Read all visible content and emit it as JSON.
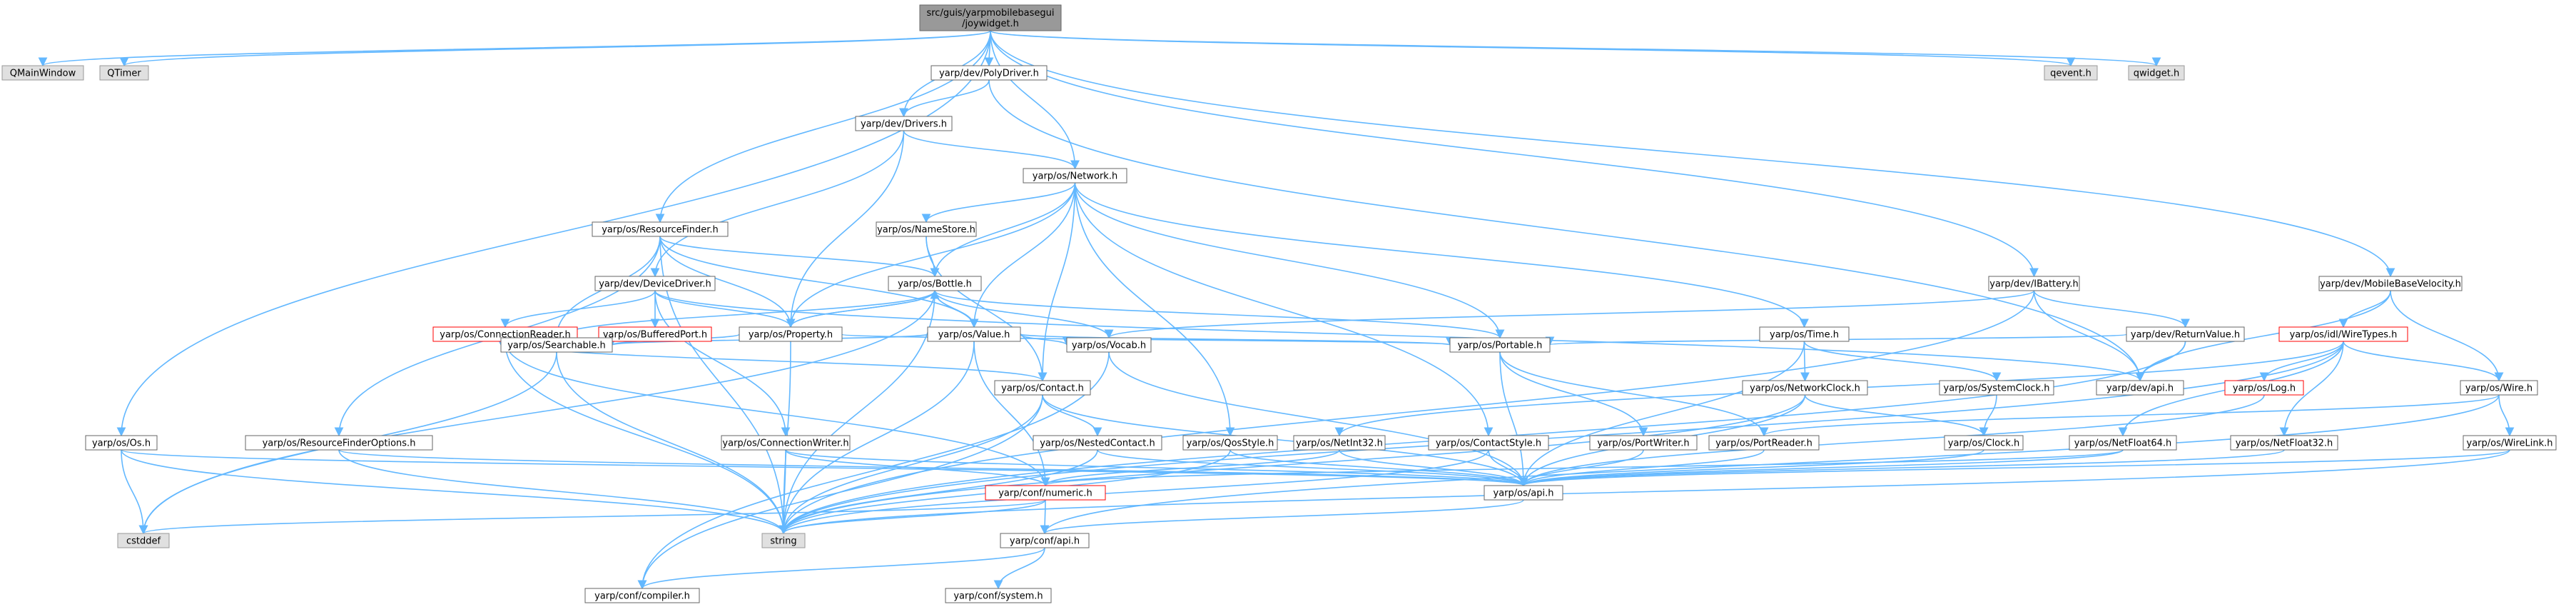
{
  "colors": {
    "edge": "#63b8ff",
    "node_border": "#666666",
    "external_fill": "#e0e0e0",
    "root_fill": "#999999",
    "error_border": "#ff0000"
  },
  "nodes": {
    "root": {
      "lines": [
        "src/guis/yarpmobilebasegui",
        "/joywidget.h"
      ],
      "kind": "root"
    },
    "qmainwindow": {
      "lines": [
        "QMainWindow"
      ],
      "kind": "ext"
    },
    "qtimer": {
      "lines": [
        "QTimer"
      ],
      "kind": "ext"
    },
    "qevent": {
      "lines": [
        "qevent.h"
      ],
      "kind": "ext"
    },
    "qwidget": {
      "lines": [
        "qwidget.h"
      ],
      "kind": "ext"
    },
    "polydriver": {
      "lines": [
        "yarp/dev/PolyDriver.h"
      ],
      "kind": "normal"
    },
    "drivers": {
      "lines": [
        "yarp/dev/Drivers.h"
      ],
      "kind": "normal"
    },
    "network": {
      "lines": [
        "yarp/os/Network.h"
      ],
      "kind": "normal"
    },
    "namestore": {
      "lines": [
        "yarp/os/NameStore.h"
      ],
      "kind": "normal"
    },
    "resourcefinder": {
      "lines": [
        "yarp/os/ResourceFinder.h"
      ],
      "kind": "normal"
    },
    "devicedriver": {
      "lines": [
        "yarp/dev/DeviceDriver.h"
      ],
      "kind": "normal"
    },
    "bottle": {
      "lines": [
        "yarp/os/Bottle.h"
      ],
      "kind": "normal"
    },
    "connectionreader": {
      "lines": [
        "yarp/os/ConnectionReader.h"
      ],
      "kind": "err"
    },
    "bufferedport": {
      "lines": [
        "yarp/os/BufferedPort.h"
      ],
      "kind": "err"
    },
    "property": {
      "lines": [
        "yarp/os/Property.h"
      ],
      "kind": "normal"
    },
    "value": {
      "lines": [
        "yarp/os/Value.h"
      ],
      "kind": "normal"
    },
    "searchable": {
      "lines": [
        "yarp/os/Searchable.h"
      ],
      "kind": "normal"
    },
    "contact": {
      "lines": [
        "yarp/os/Contact.h"
      ],
      "kind": "normal"
    },
    "vocab": {
      "lines": [
        "yarp/os/Vocab.h"
      ],
      "kind": "normal"
    },
    "portable": {
      "lines": [
        "yarp/os/Portable.h"
      ],
      "kind": "normal"
    },
    "time": {
      "lines": [
        "yarp/os/Time.h"
      ],
      "kind": "normal"
    },
    "networkclock": {
      "lines": [
        "yarp/os/NetworkClock.h"
      ],
      "kind": "normal"
    },
    "systemclock": {
      "lines": [
        "yarp/os/SystemClock.h"
      ],
      "kind": "normal"
    },
    "ibattery": {
      "lines": [
        "yarp/dev/IBattery.h"
      ],
      "kind": "normal"
    },
    "returnvalue": {
      "lines": [
        "yarp/dev/ReturnValue.h"
      ],
      "kind": "normal"
    },
    "devapi": {
      "lines": [
        "yarp/dev/api.h"
      ],
      "kind": "normal"
    },
    "mobilebasevelocity": {
      "lines": [
        "yarp/dev/MobileBaseVelocity.h"
      ],
      "kind": "normal"
    },
    "wiretypes": {
      "lines": [
        "yarp/os/idl/WireTypes.h"
      ],
      "kind": "err"
    },
    "log": {
      "lines": [
        "yarp/os/Log.h"
      ],
      "kind": "err"
    },
    "wire": {
      "lines": [
        "yarp/os/Wire.h"
      ],
      "kind": "normal"
    },
    "oss": {
      "lines": [
        "yarp/os/Os.h"
      ],
      "kind": "normal"
    },
    "resourcefinderoptions": {
      "lines": [
        "yarp/os/ResourceFinderOptions.h"
      ],
      "kind": "normal"
    },
    "connectionwriter": {
      "lines": [
        "yarp/os/ConnectionWriter.h"
      ],
      "kind": "normal"
    },
    "nestedcontact": {
      "lines": [
        "yarp/os/NestedContact.h"
      ],
      "kind": "normal"
    },
    "qosstyle": {
      "lines": [
        "yarp/os/QosStyle.h"
      ],
      "kind": "normal"
    },
    "netint32": {
      "lines": [
        "yarp/os/NetInt32.h"
      ],
      "kind": "normal"
    },
    "contactstyle": {
      "lines": [
        "yarp/os/ContactStyle.h"
      ],
      "kind": "normal"
    },
    "portwriter": {
      "lines": [
        "yarp/os/PortWriter.h"
      ],
      "kind": "normal"
    },
    "portreader": {
      "lines": [
        "yarp/os/PortReader.h"
      ],
      "kind": "normal"
    },
    "clock": {
      "lines": [
        "yarp/os/Clock.h"
      ],
      "kind": "normal"
    },
    "netfloat64": {
      "lines": [
        "yarp/os/NetFloat64.h"
      ],
      "kind": "normal"
    },
    "netfloat32": {
      "lines": [
        "yarp/os/NetFloat32.h"
      ],
      "kind": "normal"
    },
    "wirelink": {
      "lines": [
        "yarp/os/WireLink.h"
      ],
      "kind": "normal"
    },
    "confnumeric": {
      "lines": [
        "yarp/conf/numeric.h"
      ],
      "kind": "err"
    },
    "osapi": {
      "lines": [
        "yarp/os/api.h"
      ],
      "kind": "normal"
    },
    "cstddef": {
      "lines": [
        "cstddef"
      ],
      "kind": "ext"
    },
    "string": {
      "lines": [
        "string"
      ],
      "kind": "ext"
    },
    "confapi": {
      "lines": [
        "yarp/conf/api.h"
      ],
      "kind": "normal"
    },
    "confcompiler": {
      "lines": [
        "yarp/conf/compiler.h"
      ],
      "kind": "normal"
    },
    "confsystem": {
      "lines": [
        "yarp/conf/system.h"
      ],
      "kind": "normal"
    }
  },
  "edges": [
    [
      "root",
      "qmainwindow"
    ],
    [
      "root",
      "qtimer"
    ],
    [
      "root",
      "qevent"
    ],
    [
      "root",
      "qwidget"
    ],
    [
      "root",
      "polydriver"
    ],
    [
      "root",
      "drivers"
    ],
    [
      "root",
      "network"
    ],
    [
      "root",
      "resourcefinder"
    ],
    [
      "root",
      "oss"
    ],
    [
      "root",
      "ibattery"
    ],
    [
      "root",
      "mobilebasevelocity"
    ],
    [
      "polydriver",
      "drivers"
    ],
    [
      "polydriver",
      "devapi"
    ],
    [
      "drivers",
      "network"
    ],
    [
      "drivers",
      "devicedriver"
    ],
    [
      "drivers",
      "property"
    ],
    [
      "network",
      "namestore"
    ],
    [
      "network",
      "contact"
    ],
    [
      "network",
      "portable"
    ],
    [
      "network",
      "time"
    ],
    [
      "network",
      "value"
    ],
    [
      "network",
      "property"
    ],
    [
      "network",
      "qosstyle"
    ],
    [
      "network",
      "contactstyle"
    ],
    [
      "network",
      "bottle"
    ],
    [
      "namestore",
      "bottle"
    ],
    [
      "namestore",
      "contact"
    ],
    [
      "resourcefinder",
      "bottle"
    ],
    [
      "resourcefinder",
      "property"
    ],
    [
      "resourcefinder",
      "value"
    ],
    [
      "resourcefinder",
      "searchable"
    ],
    [
      "resourcefinder",
      "resourcefinderoptions"
    ],
    [
      "resourcefinder",
      "string"
    ],
    [
      "devicedriver",
      "connectionreader"
    ],
    [
      "devicedriver",
      "bufferedport"
    ],
    [
      "devicedriver",
      "property"
    ],
    [
      "devicedriver",
      "devapi"
    ],
    [
      "devicedriver",
      "connectionwriter"
    ],
    [
      "bottle",
      "property"
    ],
    [
      "bottle",
      "value"
    ],
    [
      "bottle",
      "searchable"
    ],
    [
      "bottle",
      "portable"
    ],
    [
      "bottle",
      "string"
    ],
    [
      "bottle",
      "vocab"
    ],
    [
      "bottle",
      "cstddef"
    ],
    [
      "connectionreader",
      "searchable"
    ],
    [
      "connectionreader",
      "confnumeric"
    ],
    [
      "connectionreader",
      "string"
    ],
    [
      "connectionreader",
      "contact"
    ],
    [
      "property",
      "bottle"
    ],
    [
      "property",
      "searchable"
    ],
    [
      "property",
      "portable"
    ],
    [
      "property",
      "string"
    ],
    [
      "value",
      "bottle"
    ],
    [
      "value",
      "searchable"
    ],
    [
      "value",
      "vocab"
    ],
    [
      "value",
      "portable"
    ],
    [
      "value",
      "string"
    ],
    [
      "value",
      "confnumeric"
    ],
    [
      "searchable",
      "string"
    ],
    [
      "searchable",
      "cstddef"
    ],
    [
      "contact",
      "nestedcontact"
    ],
    [
      "contact",
      "string"
    ],
    [
      "contact",
      "confcompiler"
    ],
    [
      "contact",
      "osapi"
    ],
    [
      "vocab",
      "osapi"
    ],
    [
      "vocab",
      "confcompiler"
    ],
    [
      "portable",
      "portwriter"
    ],
    [
      "portable",
      "portreader"
    ],
    [
      "portable",
      "osapi"
    ],
    [
      "time",
      "networkclock"
    ],
    [
      "time",
      "systemclock"
    ],
    [
      "time",
      "osapi"
    ],
    [
      "networkclock",
      "clock"
    ],
    [
      "networkclock",
      "osapi"
    ],
    [
      "networkclock",
      "string"
    ],
    [
      "systemclock",
      "clock"
    ],
    [
      "ibattery",
      "returnvalue"
    ],
    [
      "ibattery",
      "devapi"
    ],
    [
      "ibattery",
      "vocab"
    ],
    [
      "ibattery",
      "string"
    ],
    [
      "returnvalue",
      "devapi"
    ],
    [
      "returnvalue",
      "portable"
    ],
    [
      "returnvalue",
      "string"
    ],
    [
      "mobilebasevelocity",
      "wiretypes"
    ],
    [
      "mobilebasevelocity",
      "devapi"
    ],
    [
      "mobilebasevelocity",
      "wire"
    ],
    [
      "wiretypes",
      "log"
    ],
    [
      "wiretypes",
      "wire"
    ],
    [
      "wiretypes",
      "netint32"
    ],
    [
      "wiretypes",
      "netfloat64"
    ],
    [
      "wiretypes",
      "netfloat32"
    ],
    [
      "wiretypes",
      "string"
    ],
    [
      "log",
      "osapi"
    ],
    [
      "wire",
      "wirelink"
    ],
    [
      "wire",
      "portreader"
    ],
    [
      "wire",
      "confapi"
    ],
    [
      "oss",
      "cstddef"
    ],
    [
      "oss",
      "string"
    ],
    [
      "oss",
      "osapi"
    ],
    [
      "resourcefinderoptions",
      "string"
    ],
    [
      "resourcefinderoptions",
      "osapi"
    ],
    [
      "connectionwriter",
      "string"
    ],
    [
      "connectionwriter",
      "osapi"
    ],
    [
      "connectionwriter",
      "confnumeric"
    ],
    [
      "nestedcontact",
      "string"
    ],
    [
      "nestedcontact",
      "osapi"
    ],
    [
      "qosstyle",
      "osapi"
    ],
    [
      "qosstyle",
      "string"
    ],
    [
      "netint32",
      "confnumeric"
    ],
    [
      "netint32",
      "osapi"
    ],
    [
      "contactstyle",
      "osapi"
    ],
    [
      "contactstyle",
      "string"
    ],
    [
      "portwriter",
      "osapi"
    ],
    [
      "portreader",
      "osapi"
    ],
    [
      "clock",
      "osapi"
    ],
    [
      "netfloat64",
      "osapi"
    ],
    [
      "netfloat64",
      "confnumeric"
    ],
    [
      "netfloat32",
      "osapi"
    ],
    [
      "wirelink",
      "osapi"
    ],
    [
      "wirelink",
      "string"
    ],
    [
      "confnumeric",
      "confapi"
    ],
    [
      "confnumeric",
      "string"
    ],
    [
      "confnumeric",
      "cstddef"
    ],
    [
      "osapi",
      "confapi"
    ],
    [
      "confapi",
      "confcompiler"
    ],
    [
      "confapi",
      "confsystem"
    ]
  ]
}
